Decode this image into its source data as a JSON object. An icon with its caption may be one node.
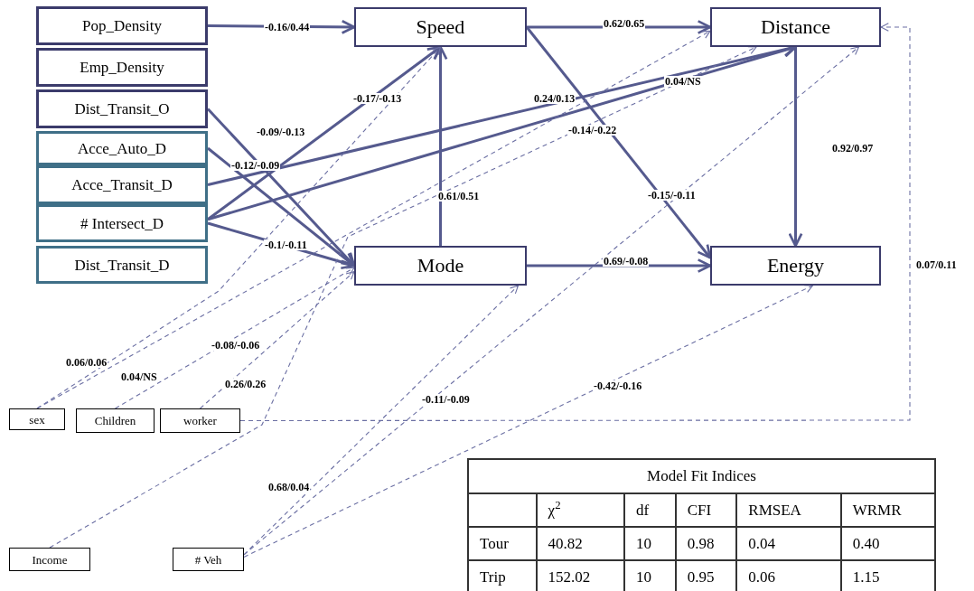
{
  "diagram": {
    "nodes": [
      {
        "text": [
          "Pop_Density"
        ]
      },
      {
        "text": [
          "Emp_Density"
        ]
      },
      {
        "text": [
          "Dist_Transit_O"
        ]
      },
      {
        "text": [
          "Acce_Auto_D"
        ]
      },
      {
        "text": [
          "Acce_Transit_D"
        ]
      },
      {
        "text": [
          "# Intersect_D"
        ]
      },
      {
        "text": [
          "Dist_Transit_D"
        ]
      },
      {
        "text": [
          "Speed"
        ]
      },
      {
        "text": [
          "Distance"
        ]
      },
      {
        "text": [
          "Mode"
        ]
      },
      {
        "text": [
          "Energy"
        ]
      },
      {
        "text": [
          "sex"
        ]
      },
      {
        "text": [
          "Children"
        ]
      },
      {
        "text": [
          "worker"
        ]
      },
      {
        "text": [
          "Income"
        ]
      },
      {
        "text": [
          "# Veh"
        ]
      }
    ],
    "edges": [
      {
        "from": 0,
        "to": 7,
        "arrow": "to",
        "label": "-0.16/0.44"
      },
      {
        "from": 7,
        "to": 8,
        "arrow": "to",
        "label": "0.62/0.65"
      },
      {
        "from": 7,
        "to": 10,
        "arrow": "to",
        "label": "-0.15/-0.11"
      },
      {
        "from": 9,
        "to": 10,
        "arrow": "to",
        "label": "0.69/-0.08"
      },
      {
        "from": 8,
        "to": 10,
        "arrow": "to",
        "label": "0.92/0.97"
      },
      {
        "from": 9,
        "to": 7,
        "arrow": "to",
        "label": "0.61/0.51"
      },
      {
        "from": 2,
        "to": 9,
        "arrow": "to",
        "label": "-0.09/-0.13"
      },
      {
        "from": 3,
        "to": 9,
        "arrow": "to",
        "label": "-0.12/-0.09"
      },
      {
        "from": 5,
        "to": 9,
        "arrow": "to",
        "label": "-0.1/-0.11"
      },
      {
        "from": 5,
        "to": 7,
        "arrow": "to",
        "label": "-0.17/-0.13"
      },
      {
        "from": 4,
        "to": 8,
        "arrow": "to",
        "label": "0.24/0.13"
      },
      {
        "from": 5,
        "to": 8,
        "arrow": "to",
        "label": "-0.14/-0.22"
      },
      {
        "from": 11,
        "to": 7,
        "arrow": "to",
        "label": "0.06/0.06",
        "style": "dashed"
      },
      {
        "from": 11,
        "to": 8,
        "arrow": "to",
        "label": "0.04/NS",
        "style": "dashed"
      },
      {
        "from": 12,
        "to": 9,
        "arrow": "to",
        "label": "-0.08/-0.06",
        "style": "dashed"
      },
      {
        "from": 13,
        "to": 9,
        "arrow": "to",
        "label": "0.26/0.26",
        "style": "dashed"
      },
      {
        "from": 14,
        "to": 8,
        "arrow": "to",
        "label": "0.04/NS",
        "style": "dashed"
      },
      {
        "from": 13,
        "to": 8,
        "arrow": "to",
        "label": "0.07/0.11",
        "style": "dashed"
      },
      {
        "from": 15,
        "to": 9,
        "arrow": "to",
        "label": "0.68/0.04",
        "style": "dashed"
      },
      {
        "from": 15,
        "to": 8,
        "arrow": "to",
        "label": "-0.11/-0.09",
        "style": "dashed"
      },
      {
        "from": 15,
        "to": 10,
        "arrow": "to",
        "label": "-0.42/-0.16",
        "style": "dashed"
      }
    ],
    "labels": [
      "Model Fit Indices",
      "χ$^{2}$",
      "df",
      "CFI",
      "RMSEA",
      "WRMR",
      "Tour",
      "40.82",
      "10",
      "0.98",
      "0.04",
      "0.40",
      "Trip",
      "152.02",
      "10",
      "0.95",
      "0.06",
      "1.15"
    ]
  }
}
